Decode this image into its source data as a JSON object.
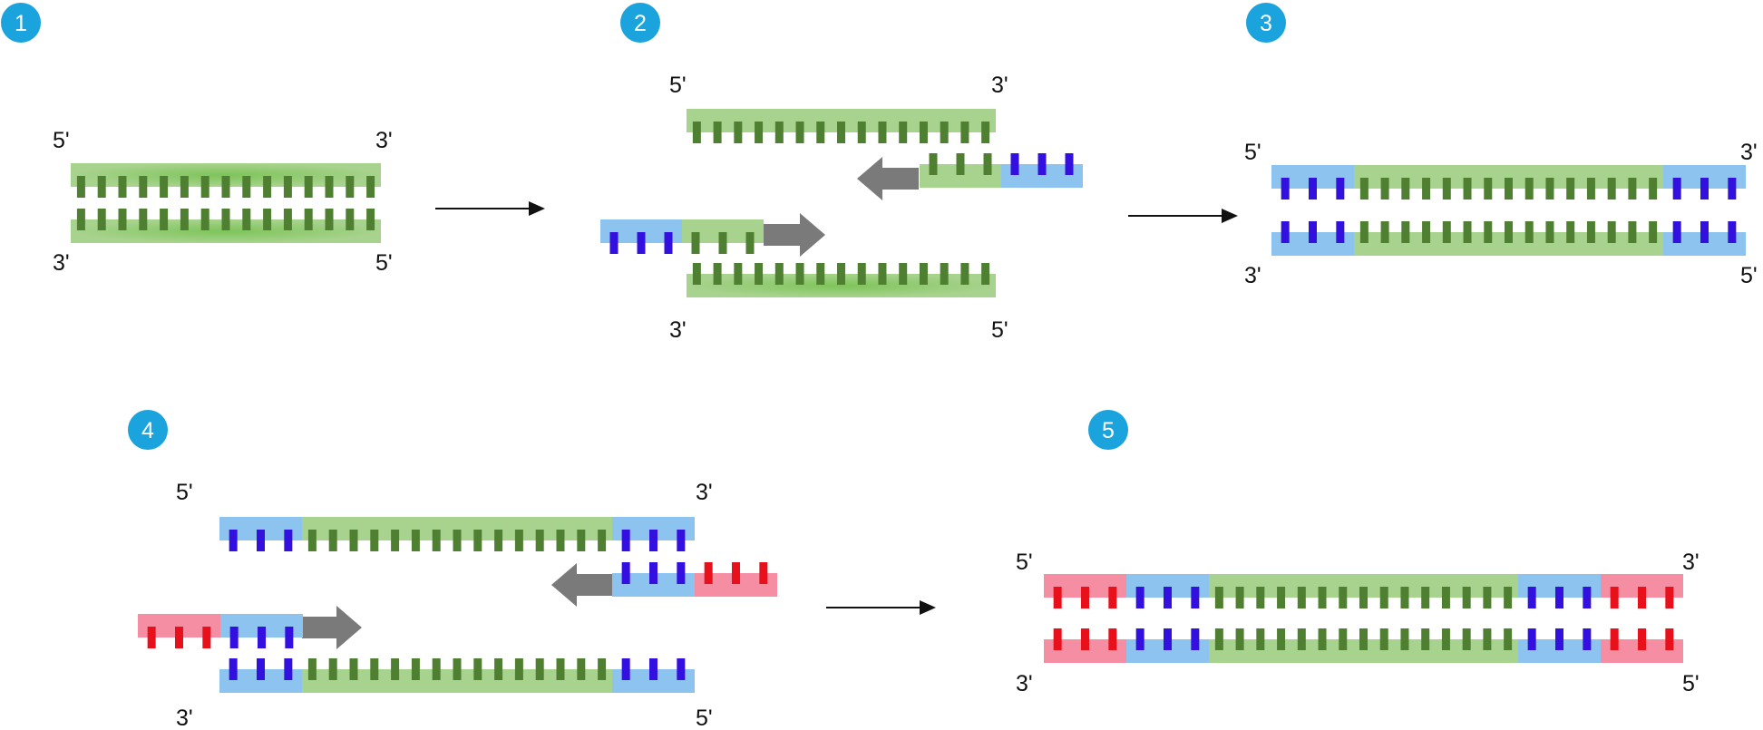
{
  "colors": {
    "strand_green": "#a8d38e",
    "strand_green_dark": "#7ec45a",
    "base_green": "#4f7f30",
    "primer_blue": "#8dc3ef",
    "base_blue": "#3410e0",
    "adapter_red": "#f58da3",
    "base_red": "#e8101a",
    "badge": "#1aa3dc",
    "arrow_gray": "#7a7a7a",
    "arrow_black": "#111111"
  },
  "steps": [
    "1",
    "2",
    "3",
    "4",
    "5"
  ],
  "labels": {
    "s1_top_left": "5'",
    "s1_top_right": "3'",
    "s1_bot_left": "3'",
    "s1_bot_right": "5'",
    "s2_top_left": "5'",
    "s2_top_right": "3'",
    "s2_bot_left": "3'",
    "s2_bot_right": "5'",
    "s3_top_left": "5'",
    "s3_top_right": "3'",
    "s3_bot_left": "3'",
    "s3_bot_right": "5'",
    "s4_top_left": "5'",
    "s4_top_right": "3'",
    "s4_bot_left": "3'",
    "s4_bot_right": "5'",
    "s5_top_left": "5'",
    "s5_top_right": "3'",
    "s5_bot_left": "3'",
    "s5_bot_right": "5'"
  }
}
